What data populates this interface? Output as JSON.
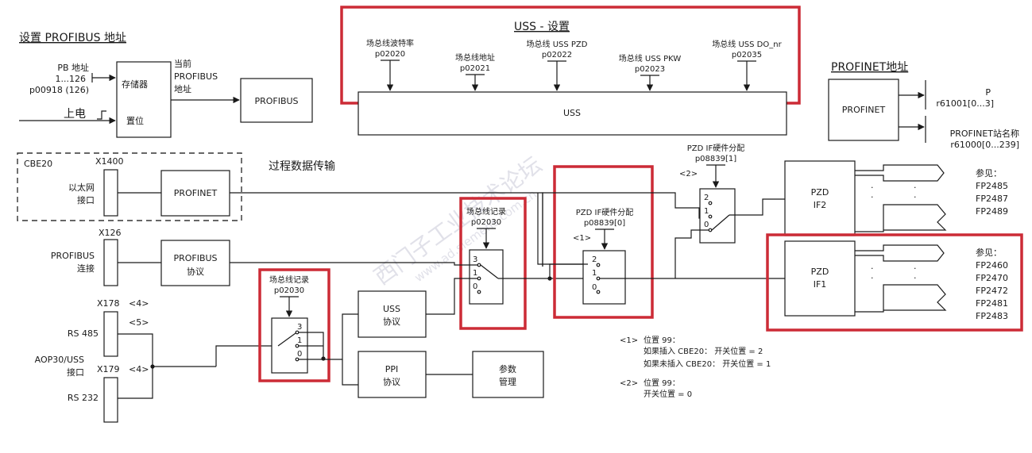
{
  "colors": {
    "highlight": "#cc2b36",
    "line": "#1a1a1a",
    "watermark": "#c9c9d8"
  },
  "profibus_addr": {
    "title": "设置 PROFIBUS 地址",
    "pb_addr": "PB 地址",
    "range": "1...126",
    "param": "p00918 (126)",
    "memory": "存储器",
    "reset": "置位",
    "power_on": "上电",
    "current_l1": "当前",
    "current_l2": "PROFIBUS",
    "current_l3": "地址",
    "profibus_box": "PROFIBUS"
  },
  "uss": {
    "title": "USS - 设置",
    "baud_label": "场总线波特率",
    "baud_param": "p02020",
    "addr_label": "场总线地址",
    "addr_param": "p02021",
    "pzd_label": "场总线 USS PZD",
    "pzd_param": "p02022",
    "pkw_label": "场总线 USS PKW",
    "pkw_param": "p02023",
    "donr_label": "场总线 USS DO_nr",
    "donr_param": "p02035",
    "bar": "USS"
  },
  "profinet_addr": {
    "title": "PROFINET地址",
    "box": "PROFINET",
    "out1_l1": "P",
    "out1_l2": "r61001[0...3]",
    "out2_l1": "PROFINET站名称",
    "out2_l2": "r61000[0...239]"
  },
  "cbe20": {
    "label": "CBE20",
    "x1400": "X1400",
    "eth_l1": "以太网",
    "eth_l2": "接口",
    "profinet_box": "PROFINET"
  },
  "process_title": "过程数据传输",
  "profibus_conn": {
    "x126": "X126",
    "l1": "PROFIBUS",
    "l2": "连接",
    "proto_l1": "PROFIBUS",
    "proto_l2": "协议"
  },
  "rs": {
    "x178": "X178",
    "tag4a": "<4>",
    "tag5": "<5>",
    "rs485": "RS 485",
    "aop_l1": "AOP30/USS",
    "aop_l2": "接口",
    "x179": "X179",
    "tag4b": "<4>",
    "rs232": "RS 232"
  },
  "fieldbus_rec1": {
    "label": "场总线记录",
    "param": "p02030",
    "p3": "3",
    "p1": "1",
    "p0": "0"
  },
  "fieldbus_rec2": {
    "label": "场总线记录",
    "param": "p02030",
    "p3": "3",
    "p1": "1",
    "p0": "0"
  },
  "uss_proto": {
    "l1": "USS",
    "l2": "协议"
  },
  "ppi_proto": {
    "l1": "PPI",
    "l2": "协议"
  },
  "param_mgmt": {
    "l1": "参数",
    "l2": "管理"
  },
  "pzd_hw0": {
    "l1": "PZD IF硬件分配",
    "l2": "p08839[0]",
    "tag": "<1>",
    "p2": "2",
    "p1": "1",
    "p0": "0"
  },
  "pzd_hw1": {
    "l1": "PZD IF硬件分配",
    "l2": "p08839[1]",
    "tag": "<2>",
    "p2": "2",
    "p1": "1",
    "p0": "0"
  },
  "pzd_if2": {
    "l1": "PZD",
    "l2": "IF2",
    "see": "参见：",
    "refs": [
      "FP2485",
      "FP2487",
      "FP2489"
    ]
  },
  "pzd_if1": {
    "l1": "PZD",
    "l2": "IF1",
    "see": "参见：",
    "refs": [
      "FP2460",
      "FP2470",
      "FP2472",
      "FP2481",
      "FP2483"
    ]
  },
  "notes": {
    "n1_tag": "<1>",
    "n1_title": "位置 99：",
    "n1_a": "如果插入 CBE20：  开关位置 = 2",
    "n1_b": "如果未插入 CBE20：  开关位置 = 1",
    "n2_tag": "<2>",
    "n2_title": "位置 99：",
    "n2_a": "开关位置 = 0"
  },
  "watermark": {
    "cn": "西门子工业技术论坛",
    "url": "www.ad.siemens.com.cn"
  }
}
